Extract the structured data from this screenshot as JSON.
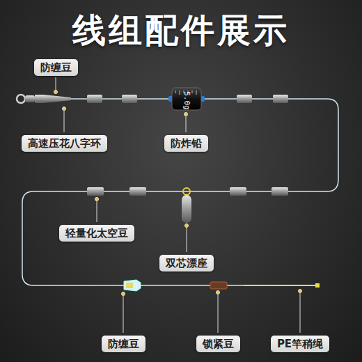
{
  "diagram": {
    "title": "线组配件展示",
    "nodes": [
      {
        "text": [
          "防缠豆"
        ]
      },
      {
        "text": [
          "高速压花八字环"
        ]
      },
      {
        "text": [
          "防炸铅"
        ]
      },
      {
        "text": [
          "轻量化太空豆"
        ]
      },
      {
        "text": [
          "双芯漂座"
        ]
      },
      {
        "text": [
          "防缠豆"
        ]
      },
      {
        "text": [
          "锁紧豆"
        ]
      },
      {
        "text": [
          "PE竿稍绳"
        ]
      }
    ],
    "labels": [
      "5.0g"
    ]
  }
}
